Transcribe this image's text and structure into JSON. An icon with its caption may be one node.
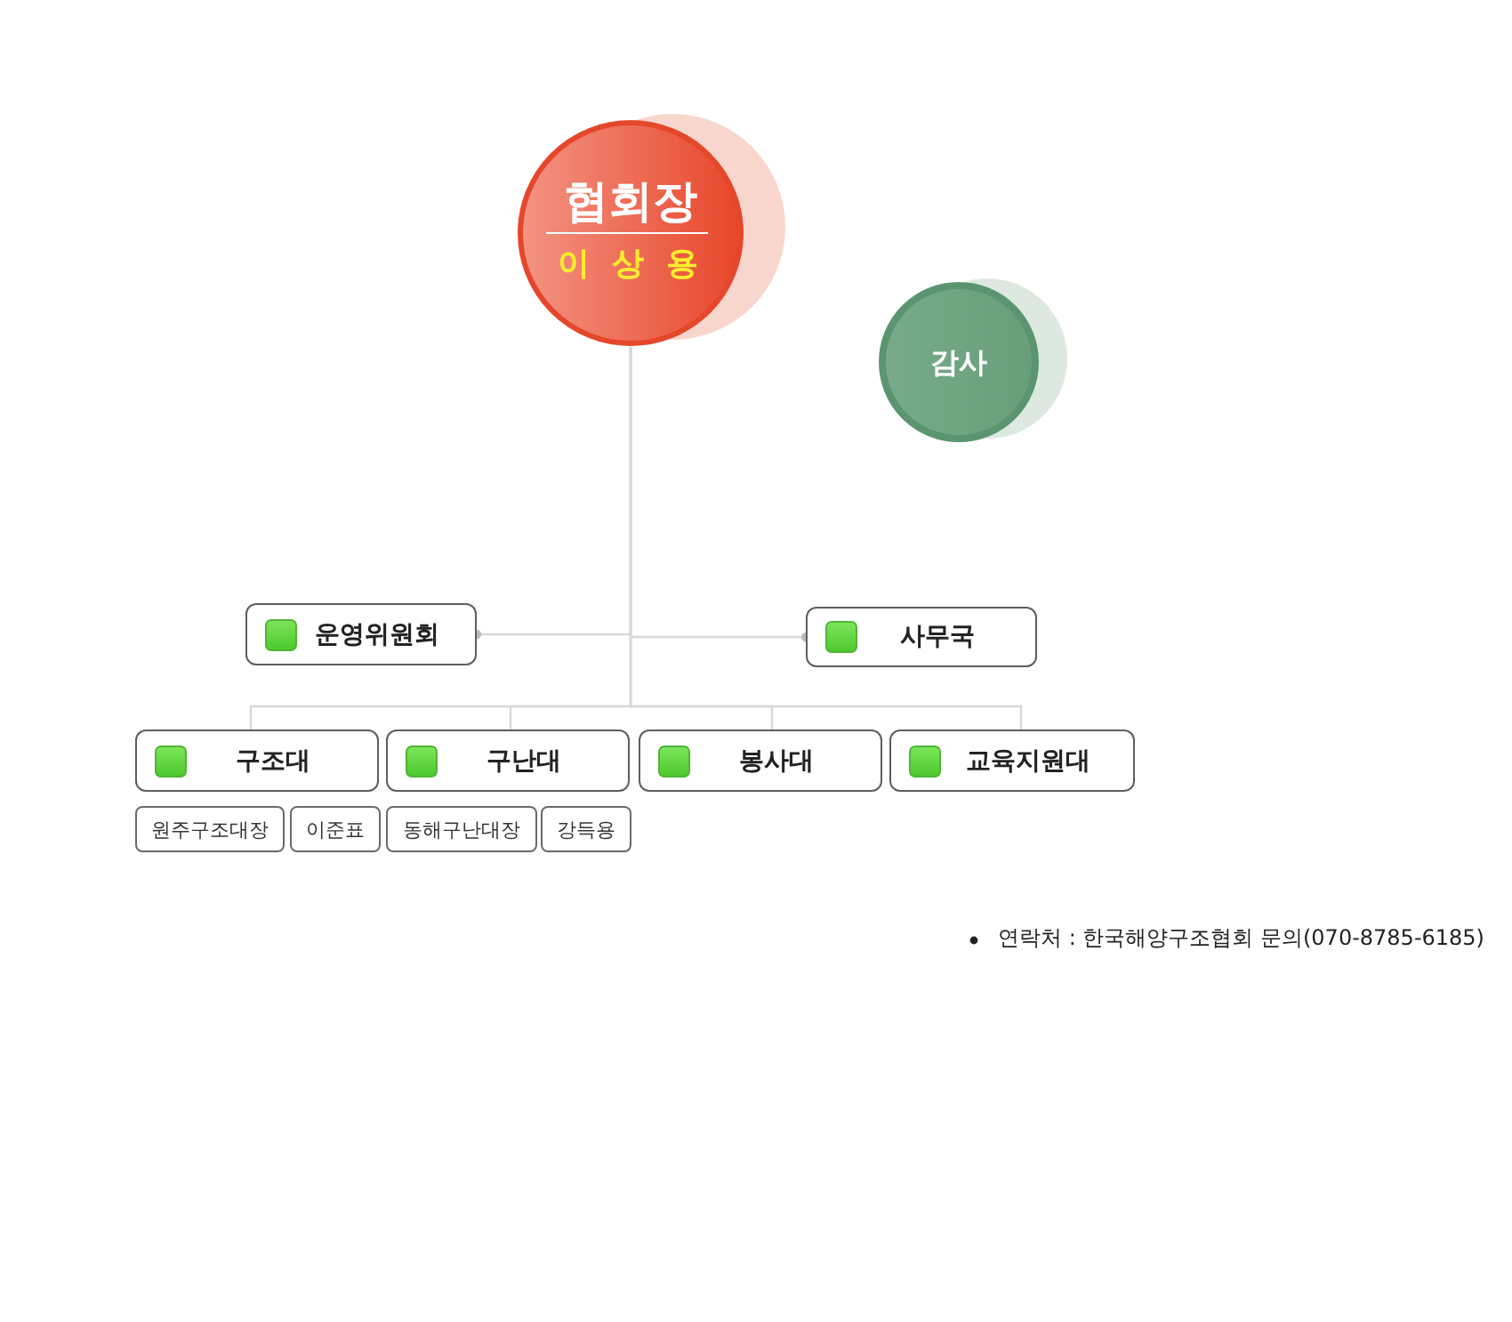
{
  "diagram": {
    "nodes": [
      {
        "text": [
          "협회장",
          "이 상 용"
        ]
      },
      {
        "text": [
          "감사"
        ]
      },
      {
        "text": [
          "운영위원회"
        ]
      },
      {
        "text": [
          "사무국"
        ]
      },
      {
        "text": [
          "구조대"
        ]
      },
      {
        "text": [
          "구난대"
        ]
      },
      {
        "text": [
          "봉사대"
        ]
      },
      {
        "text": [
          "교육지원대"
        ]
      },
      {
        "text": [
          "원주구조대장"
        ]
      },
      {
        "text": [
          "이준표"
        ]
      },
      {
        "text": [
          "동해구난대장"
        ]
      },
      {
        "text": [
          "강득용"
        ]
      }
    ],
    "edges": [
      {
        "from": 0,
        "to": 2,
        "arrow": "other"
      },
      {
        "from": 0,
        "to": 3,
        "arrow": "other"
      },
      {
        "from": 0,
        "to": 4,
        "arrow": "none"
      },
      {
        "from": 0,
        "to": 5,
        "arrow": "none"
      },
      {
        "from": 0,
        "to": 6,
        "arrow": "none"
      },
      {
        "from": 0,
        "to": 7,
        "arrow": "none"
      }
    ],
    "labels": [
      "연락처 : 한국해양구조협회 문의(070-8785-6185)"
    ]
  }
}
